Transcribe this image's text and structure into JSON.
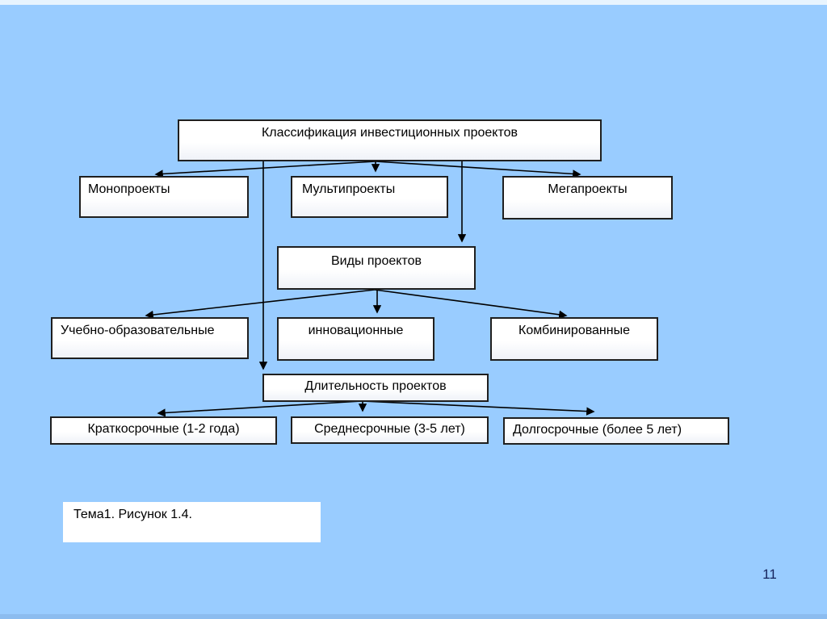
{
  "slide": {
    "page_number": "11",
    "caption": "Тема1. Рисунок 1.4."
  },
  "diagram": {
    "root": {
      "id": "classification",
      "label": "Классификация инвестиционных проектов"
    },
    "level1": [
      {
        "id": "mono",
        "label": "Монопроекты"
      },
      {
        "id": "multi",
        "label": "Мультипроекты"
      },
      {
        "id": "mega",
        "label": "Мегапроекты"
      }
    ],
    "types_header": {
      "id": "types",
      "label": "Виды проектов"
    },
    "types": [
      {
        "id": "educational",
        "label": "Учебно-образовательные"
      },
      {
        "id": "innovative",
        "label": "инновационные"
      },
      {
        "id": "combined",
        "label": "Комбинированные"
      }
    ],
    "duration_header": {
      "id": "duration",
      "label": "Длительность проектов"
    },
    "durations": [
      {
        "id": "short",
        "label": "Краткосрочные (1-2 года)"
      },
      {
        "id": "medium",
        "label": "Среднесрочные (3-5 лет)"
      },
      {
        "id": "long",
        "label": "Долгосрочные (более 5 лет)"
      }
    ],
    "edges": [
      {
        "from": "classification",
        "to": "mono"
      },
      {
        "from": "classification",
        "to": "multi"
      },
      {
        "from": "classification",
        "to": "mega"
      },
      {
        "from": "classification",
        "to": "types"
      },
      {
        "from": "classification",
        "to": "duration"
      },
      {
        "from": "types",
        "to": "educational"
      },
      {
        "from": "types",
        "to": "innovative"
      },
      {
        "from": "types",
        "to": "combined"
      },
      {
        "from": "duration",
        "to": "short"
      },
      {
        "from": "duration",
        "to": "medium"
      },
      {
        "from": "duration",
        "to": "long"
      }
    ],
    "colors": {
      "background": "#99CCFF",
      "node_fill": "#FFFFFF",
      "node_border": "#1F1F1F",
      "connector": "#000000",
      "page_number": "#15235B"
    }
  }
}
